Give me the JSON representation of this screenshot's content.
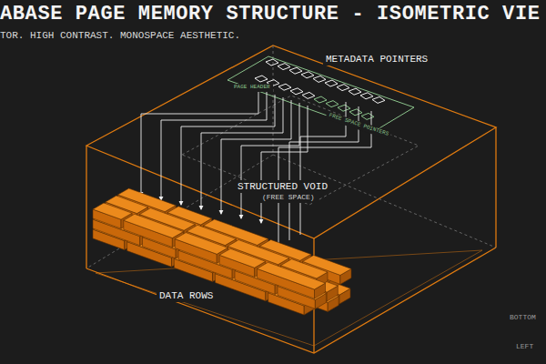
{
  "diagram": {
    "title": "ABASE PAGE MEMORY STRUCTURE - ISOMETRIC VIE",
    "caption": "TOR. HIGH CONTRAST. MONOSPACE AESTHETIC.",
    "labels": [
      "METADATA POINTERS",
      "PAGE HEADER",
      "FREE SPACE POINTERS",
      "STRUCTURED VOID",
      "(FREE SPACE)",
      "DATA ROWS",
      "BOTTOM",
      "LEFT"
    ]
  }
}
